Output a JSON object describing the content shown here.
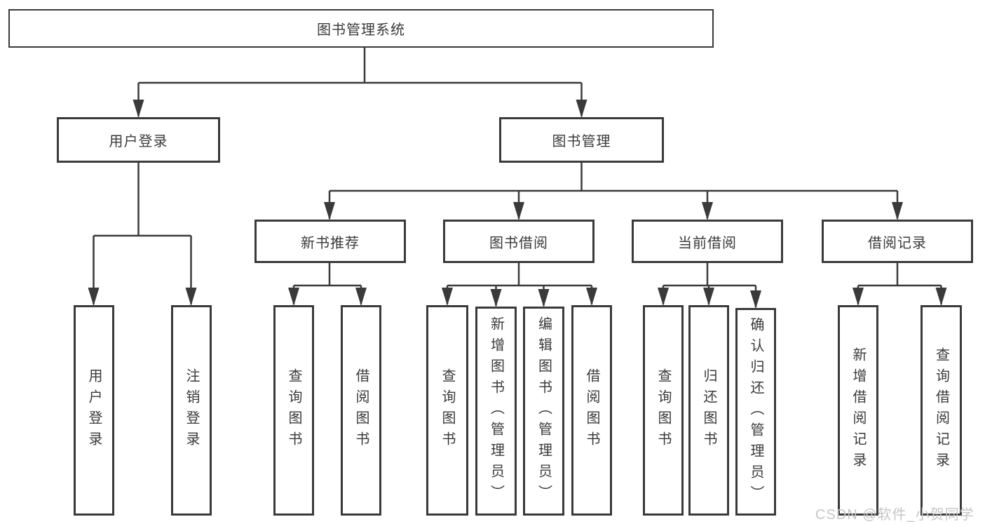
{
  "diagram": {
    "root": {
      "label": "图书管理系统"
    },
    "level2": {
      "user_login": {
        "label": "用户登录"
      },
      "book_mgmt": {
        "label": "图书管理"
      }
    },
    "level3": {
      "new_books": {
        "label": "新书推荐"
      },
      "book_borrow": {
        "label": "图书借阅"
      },
      "current_borrow": {
        "label": "当前借阅"
      },
      "borrow_records": {
        "label": "借阅记录"
      }
    },
    "leaves": {
      "login": {
        "label": "用户登录"
      },
      "logout": {
        "label": "注销登录"
      },
      "nb_query_books": {
        "label": "查询图书"
      },
      "nb_borrow_books": {
        "label": "借阅图书"
      },
      "bb_query_books": {
        "label": "查询图书"
      },
      "bb_add_books": {
        "label": "新增图书（管理员）"
      },
      "bb_edit_books": {
        "label": "编辑图书（管理员）"
      },
      "bb_borrow_books": {
        "label": "借阅图书"
      },
      "cb_query_books": {
        "label": "查询图书"
      },
      "cb_return_books": {
        "label": "归还图书"
      },
      "cb_confirm_return": {
        "label": "确认归还（管理员）"
      },
      "br_add_record": {
        "label": "新增借阅记录"
      },
      "br_query_record": {
        "label": "查询借阅记录"
      }
    }
  },
  "watermark": {
    "text": "CSDN @软件_小贺同学"
  },
  "colors": {
    "line": "#3a3a3a",
    "text": "#3a3a3a",
    "box_background": "#ffffff",
    "watermark": "#c6c6c6"
  }
}
